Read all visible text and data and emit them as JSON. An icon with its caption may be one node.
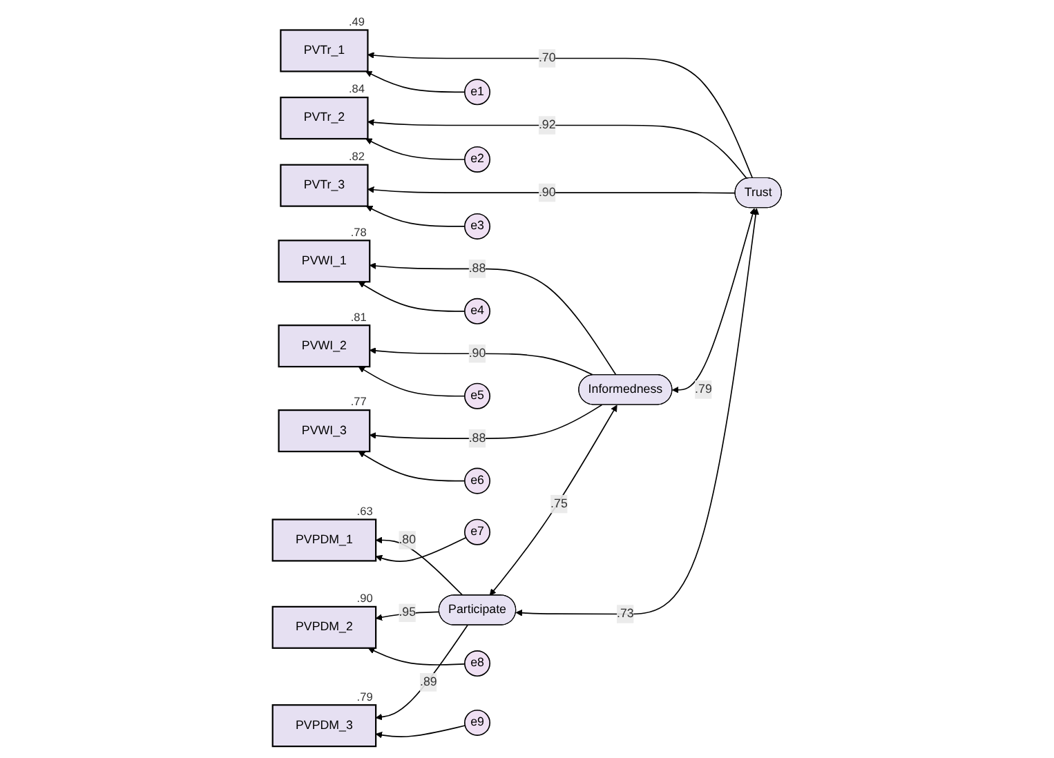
{
  "diagram": {
    "nodes": [
      {
        "text": [
          "e1"
        ]
      },
      {
        "text": [
          "e2"
        ]
      },
      {
        "text": [
          "e3"
        ]
      },
      {
        "text": [
          "e4"
        ]
      },
      {
        "text": [
          "e5"
        ]
      },
      {
        "text": [
          "e6"
        ]
      },
      {
        "text": [
          "e7"
        ]
      },
      {
        "text": [
          "e8"
        ]
      },
      {
        "text": [
          "e9"
        ]
      },
      {
        "text": [
          "PVTr_1"
        ],
        "beside": [
          ".49"
        ]
      },
      {
        "text": [
          "PVTr_2"
        ],
        "beside": [
          ".84"
        ]
      },
      {
        "text": [
          "PVTr_3"
        ],
        "beside": [
          ".82"
        ]
      },
      {
        "text": [
          "PVWI_1"
        ],
        "beside": [
          ".78"
        ]
      },
      {
        "text": [
          "PVWI_2"
        ],
        "beside": [
          ".81"
        ]
      },
      {
        "text": [
          "PVWI_3"
        ],
        "beside": [
          ".77"
        ]
      },
      {
        "text": [
          "PVPDM_1"
        ],
        "beside": [
          ".63"
        ]
      },
      {
        "text": [
          "PVPDM_2"
        ],
        "beside": [
          ".90"
        ]
      },
      {
        "text": [
          "PVPDM_3"
        ],
        "beside": [
          ".79"
        ]
      },
      {
        "text": [
          "Trust"
        ]
      },
      {
        "text": [
          "Informedness"
        ]
      },
      {
        "text": [
          "Participate"
        ]
      }
    ],
    "edges": [
      {
        "from": 0,
        "to": 9,
        "arrow": "to"
      },
      {
        "from": 1,
        "to": 10,
        "arrow": "to"
      },
      {
        "from": 2,
        "to": 11,
        "arrow": "to"
      },
      {
        "from": 3,
        "to": 12,
        "arrow": "to"
      },
      {
        "from": 4,
        "to": 13,
        "arrow": "to"
      },
      {
        "from": 5,
        "to": 14,
        "arrow": "to"
      },
      {
        "from": 6,
        "to": 15,
        "arrow": "to"
      },
      {
        "from": 7,
        "to": 16,
        "arrow": "to"
      },
      {
        "from": 8,
        "to": 17,
        "arrow": "to"
      },
      {
        "from": 18,
        "to": 9,
        "arrow": "to",
        "label": ".70"
      },
      {
        "from": 18,
        "to": 10,
        "arrow": "to",
        "label": ".92"
      },
      {
        "from": 18,
        "to": 11,
        "arrow": "to",
        "label": ".90"
      },
      {
        "from": 19,
        "to": 12,
        "arrow": "to",
        "label": ".88"
      },
      {
        "from": 19,
        "to": 13,
        "arrow": "to",
        "label": ".90"
      },
      {
        "from": 19,
        "to": 14,
        "arrow": "to",
        "label": ".88"
      },
      {
        "from": 20,
        "to": 15,
        "arrow": "to",
        "label": ".80"
      },
      {
        "from": 20,
        "to": 16,
        "arrow": "to",
        "label": ".95"
      },
      {
        "from": 20,
        "to": 17,
        "arrow": "to",
        "label": ".89"
      },
      {
        "from": 18,
        "to": 19,
        "arrow": "both",
        "label": ".79"
      },
      {
        "from": 18,
        "to": 20,
        "arrow": "both",
        "label": ".73"
      },
      {
        "from": 19,
        "to": 20,
        "arrow": "both",
        "label": ".75"
      }
    ]
  }
}
